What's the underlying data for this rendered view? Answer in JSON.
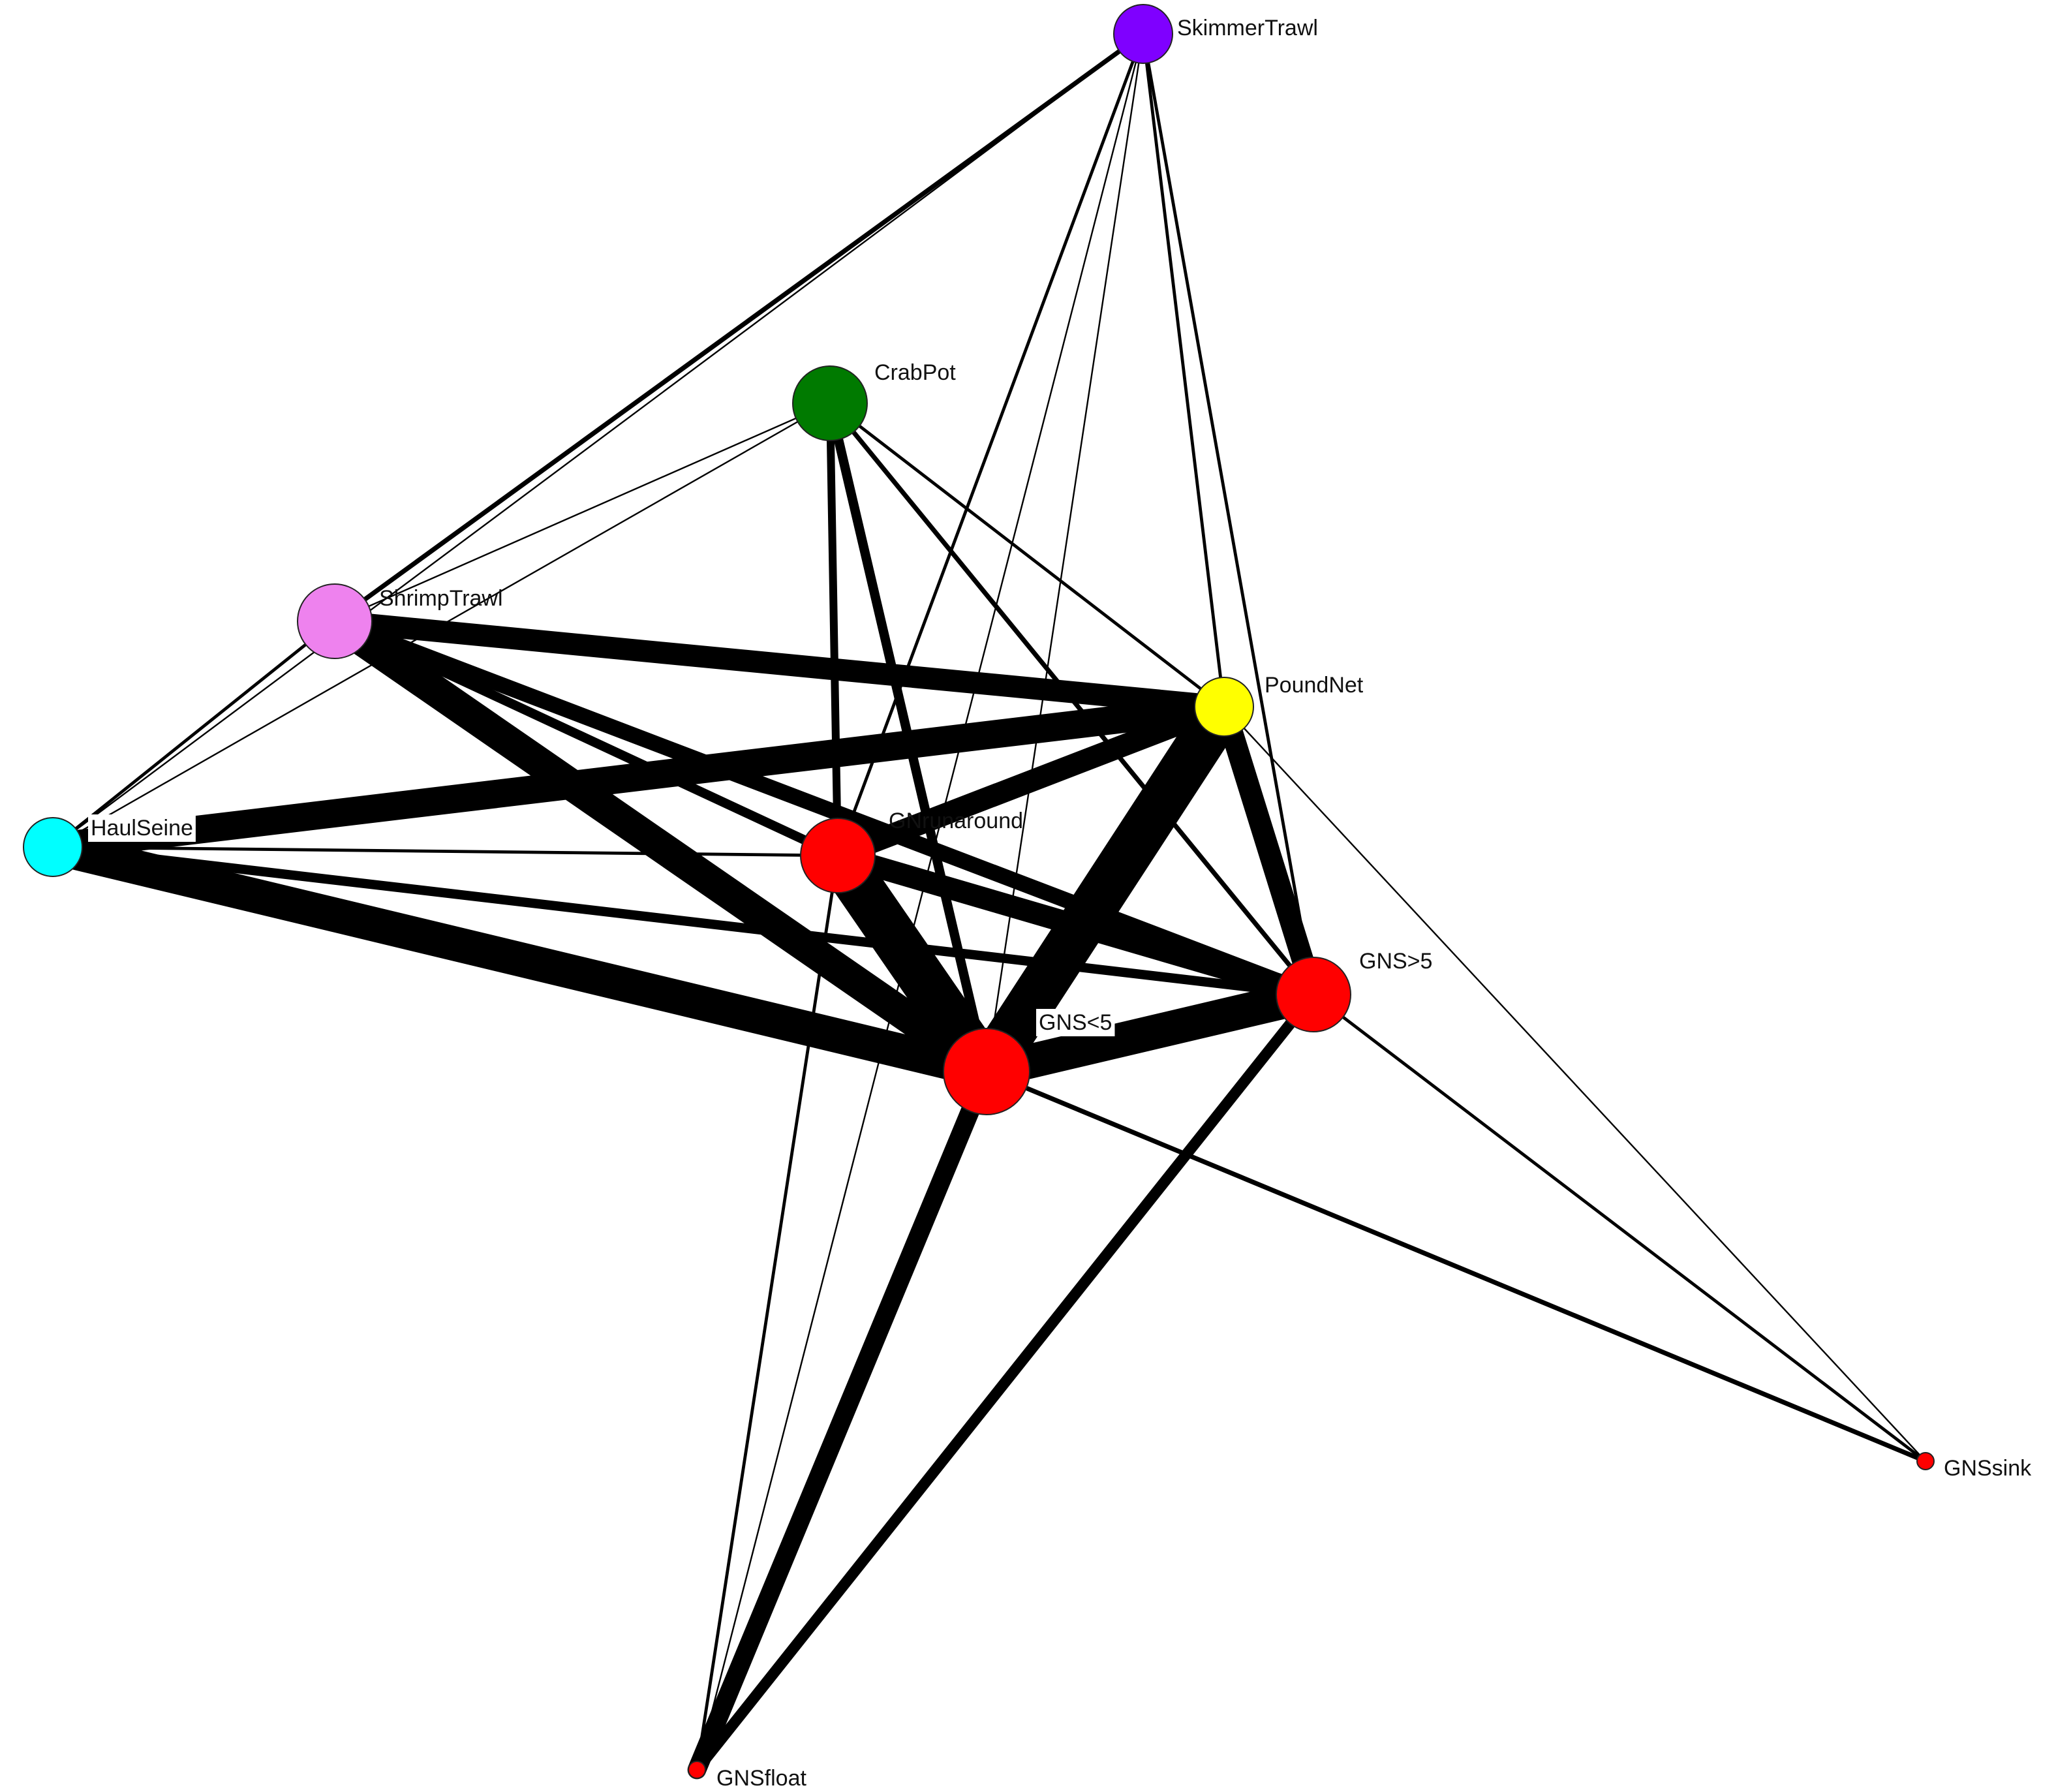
{
  "diagram": {
    "type": "network",
    "nodes": [
      {
        "id": "SkimmerTrawl",
        "label": "SkimmerTrawl",
        "color": "#7f00ff",
        "size": "medium"
      },
      {
        "id": "CrabPot",
        "label": "CrabPot",
        "color": "#007a00",
        "size": "large"
      },
      {
        "id": "ShrimpTrawl",
        "label": "ShrimpTrawl",
        "color": "#ee82ee",
        "size": "large"
      },
      {
        "id": "PoundNet",
        "label": "PoundNet",
        "color": "#ffff00",
        "size": "medium"
      },
      {
        "id": "HaulSeine",
        "label": "HaulSeine",
        "color": "#00ffff",
        "size": "medium"
      },
      {
        "id": "GNrunaround",
        "label": "GNrunaround",
        "color": "#ff0000",
        "size": "large"
      },
      {
        "id": "GNS>5",
        "label": "GNS>5",
        "color": "#ff0000",
        "size": "large"
      },
      {
        "id": "GNS<5",
        "label": "GNS<5",
        "color": "#ff0000",
        "size": "xlarge"
      },
      {
        "id": "GNSsink",
        "label": "GNSsink",
        "color": "#ff0000",
        "size": "small"
      },
      {
        "id": "GNSfloat",
        "label": "GNSfloat",
        "color": "#ff0000",
        "size": "small"
      }
    ],
    "edges": [
      {
        "source": "SkimmerTrawl",
        "target": "ShrimpTrawl",
        "weight": 3
      },
      {
        "source": "SkimmerTrawl",
        "target": "HaulSeine",
        "weight": 1
      },
      {
        "source": "SkimmerTrawl",
        "target": "PoundNet",
        "weight": 2
      },
      {
        "source": "SkimmerTrawl",
        "target": "GNS>5",
        "weight": 2
      },
      {
        "source": "SkimmerTrawl",
        "target": "GNrunaround",
        "weight": 2
      },
      {
        "source": "SkimmerTrawl",
        "target": "GNS<5",
        "weight": 1
      },
      {
        "source": "SkimmerTrawl",
        "target": "GNSfloat",
        "weight": 1
      },
      {
        "source": "CrabPot",
        "target": "ShrimpTrawl",
        "weight": 1
      },
      {
        "source": "CrabPot",
        "target": "HaulSeine",
        "weight": 1
      },
      {
        "source": "CrabPot",
        "target": "GNrunaround",
        "weight": 5
      },
      {
        "source": "CrabPot",
        "target": "GNS<5",
        "weight": 6
      },
      {
        "source": "CrabPot",
        "target": "GNS>5",
        "weight": 3
      },
      {
        "source": "CrabPot",
        "target": "PoundNet",
        "weight": 2
      },
      {
        "source": "ShrimpTrawl",
        "target": "HaulSeine",
        "weight": 2
      },
      {
        "source": "ShrimpTrawl",
        "target": "PoundNet",
        "weight": 14
      },
      {
        "source": "ShrimpTrawl",
        "target": "GNS<5",
        "weight": 20
      },
      {
        "source": "ShrimpTrawl",
        "target": "GNS>5",
        "weight": 10
      },
      {
        "source": "ShrimpTrawl",
        "target": "GNrunaround",
        "weight": 6
      },
      {
        "source": "PoundNet",
        "target": "HaulSeine",
        "weight": 18
      },
      {
        "source": "PoundNet",
        "target": "GNS<5",
        "weight": 30
      },
      {
        "source": "PoundNet",
        "target": "GNS>5",
        "weight": 14
      },
      {
        "source": "PoundNet",
        "target": "GNrunaround",
        "weight": 14
      },
      {
        "source": "PoundNet",
        "target": "GNSsink",
        "weight": 1
      },
      {
        "source": "HaulSeine",
        "target": "GNS<5",
        "weight": 22
      },
      {
        "source": "HaulSeine",
        "target": "GNS>5",
        "weight": 6
      },
      {
        "source": "HaulSeine",
        "target": "GNrunaround",
        "weight": 2
      },
      {
        "source": "GNrunaround",
        "target": "GNS<5",
        "weight": 30
      },
      {
        "source": "GNrunaround",
        "target": "GNS>5",
        "weight": 14
      },
      {
        "source": "GNrunaround",
        "target": "GNSfloat",
        "weight": 2
      },
      {
        "source": "GNS<5",
        "target": "GNS>5",
        "weight": 22
      },
      {
        "source": "GNS<5",
        "target": "GNSfloat",
        "weight": 12
      },
      {
        "source": "GNS<5",
        "target": "GNSsink",
        "weight": 3
      },
      {
        "source": "GNS>5",
        "target": "GNSfloat",
        "weight": 7
      },
      {
        "source": "GNS>5",
        "target": "GNSsink",
        "weight": 2
      }
    ]
  }
}
